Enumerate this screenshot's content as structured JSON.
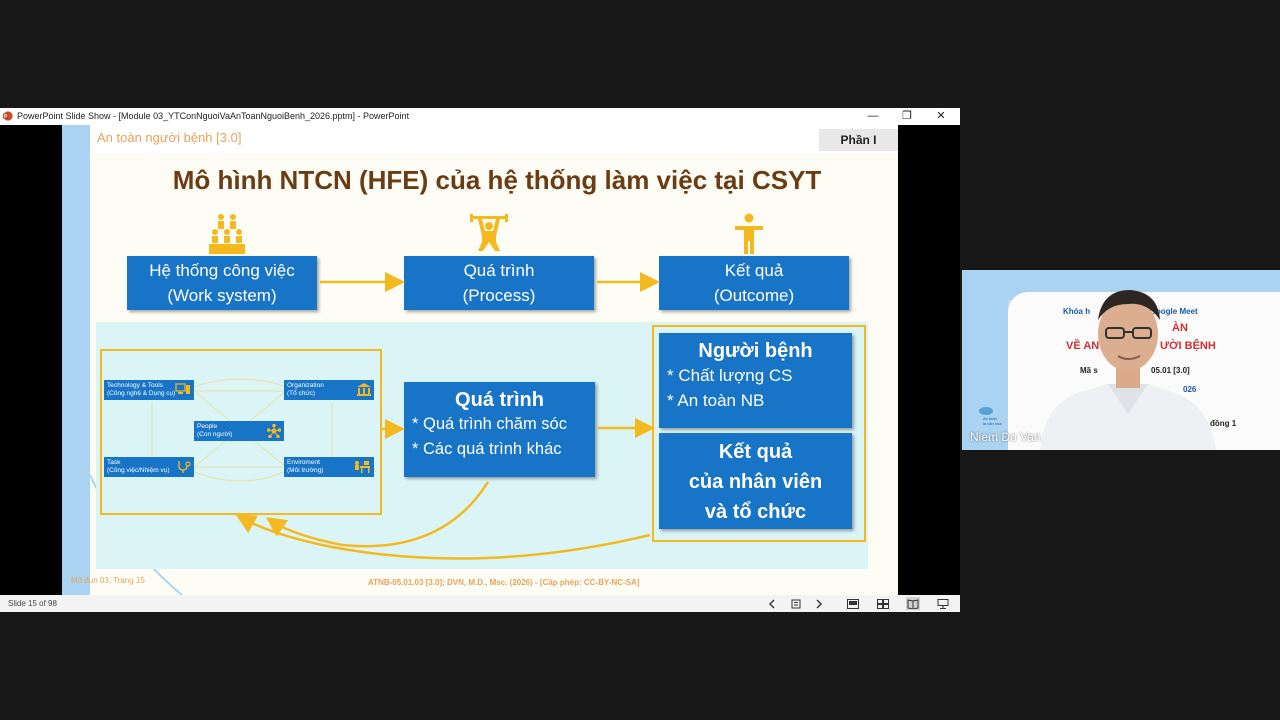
{
  "window": {
    "title": "PowerPoint Slide Show - [Module 03_YTConNguoiVaAnToanNguoiBenh_2026.pptm] - PowerPoint",
    "minimize": "—",
    "maximize": "❐",
    "close": "✕"
  },
  "slide": {
    "course": "An toàn người bệnh [3.0]",
    "phan": "Phần I",
    "title": "Mô hình NTCN (HFE) của hệ thống làm việc tại CSYT",
    "work_system": {
      "line1": "Hệ thống công việc",
      "line2": "(Work system)"
    },
    "process": {
      "line1": "Quá trình",
      "line2": "(Process)"
    },
    "outcome": {
      "line1": "Kết quả",
      "line2": "(Outcome)"
    },
    "elements": {
      "tech": {
        "line1": "Technology & Tools",
        "line2": "(Công nghệ & Dụng cụ)"
      },
      "org": {
        "line1": "Organization",
        "line2": "(Tổ chức)"
      },
      "people": {
        "line1": "People",
        "line2": "(Con người)"
      },
      "task": {
        "line1": "Task",
        "line2": "(Công việc/Nhiệm vụ)"
      },
      "env": {
        "line1": "Enviroment",
        "line2": "(Môi trường)"
      }
    },
    "qt": {
      "heading": "Quá trình",
      "item1": "* Quá trình chăm sóc",
      "item2": "* Các quá trình khác"
    },
    "nb": {
      "heading": "Người bệnh",
      "item1": "* Chất lượng CS",
      "item2": "* An toàn NB"
    },
    "kq": {
      "line1": "Kết quả",
      "line2": "của nhân viên",
      "line3": "và tổ chức"
    },
    "footer_left": "Mô đun 03, Trang 15",
    "footer_center": "ATNB-05.01.03 [3.0]; DVN, M.D., Msc. (2026) - [Cấp phép: CC-BY-NC-SA]"
  },
  "status": {
    "slide_count": "Slide 15 of 98"
  },
  "webcam": {
    "name": "Niem Do Van",
    "line1": "Khóa h",
    "line1b": "a Google Meet",
    "line2": "ÀN",
    "line3": "VỀ AN",
    "line3b": "ƯỜI BỆNH",
    "line4": "Mã s",
    "line4b": "05.01 [3.0]",
    "line5": "026",
    "line6": "đồng 1",
    "logo_text1": "An toàn",
    "logo_text2": "là văn hóa"
  },
  "colors": {
    "box_blue": "#1874c6",
    "title_brown": "#6b3b14",
    "accent_yellow": "#f3b91f",
    "course_orange": "#e9a35b",
    "teal_bg": "#dbf5f7"
  }
}
